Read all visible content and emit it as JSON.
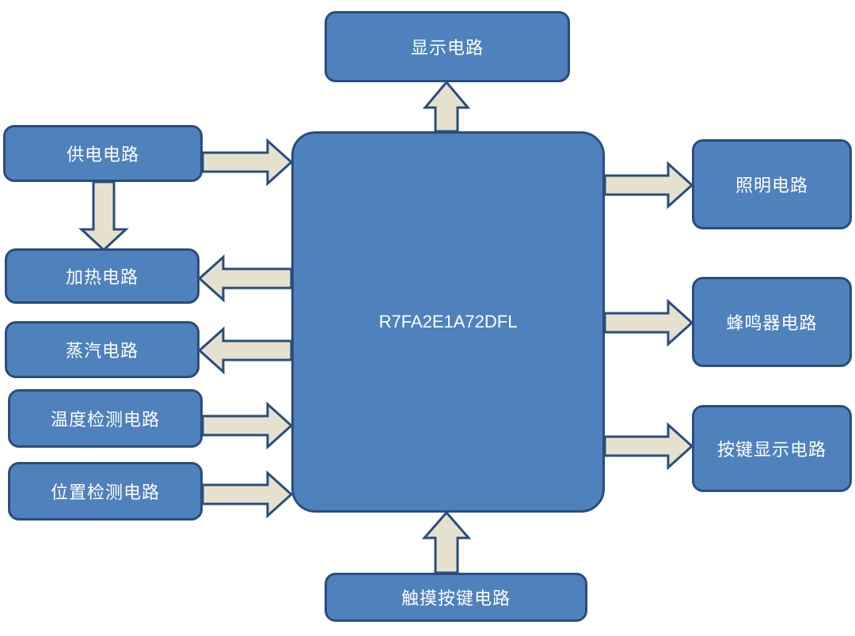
{
  "colors": {
    "block_fill": "#4f81bd",
    "block_border": "#2a4d7c",
    "block_text": "#ffffff",
    "arrow_fill": "#e6e1cf",
    "arrow_border": "#2a4d7c",
    "background": "#ffffff"
  },
  "nodes": {
    "mcu": "R7FA2E1A72DFL",
    "display": "显示电路",
    "power": "供电电路",
    "heating": "加热电路",
    "steam": "蒸汽电路",
    "temp_detect": "温度检测电路",
    "pos_detect": "位置检测电路",
    "lighting": "照明电路",
    "buzzer": "蜂鸣器电路",
    "key_display": "按键显示电路",
    "touch_key": "触摸按键电路"
  },
  "edges": [
    {
      "from": "mcu",
      "to": "display"
    },
    {
      "from": "power",
      "to": "mcu"
    },
    {
      "from": "power",
      "to": "heating"
    },
    {
      "from": "mcu",
      "to": "heating"
    },
    {
      "from": "mcu",
      "to": "steam"
    },
    {
      "from": "temp_detect",
      "to": "mcu"
    },
    {
      "from": "pos_detect",
      "to": "mcu"
    },
    {
      "from": "mcu",
      "to": "lighting"
    },
    {
      "from": "mcu",
      "to": "buzzer"
    },
    {
      "from": "mcu",
      "to": "key_display"
    },
    {
      "from": "touch_key",
      "to": "mcu"
    }
  ]
}
